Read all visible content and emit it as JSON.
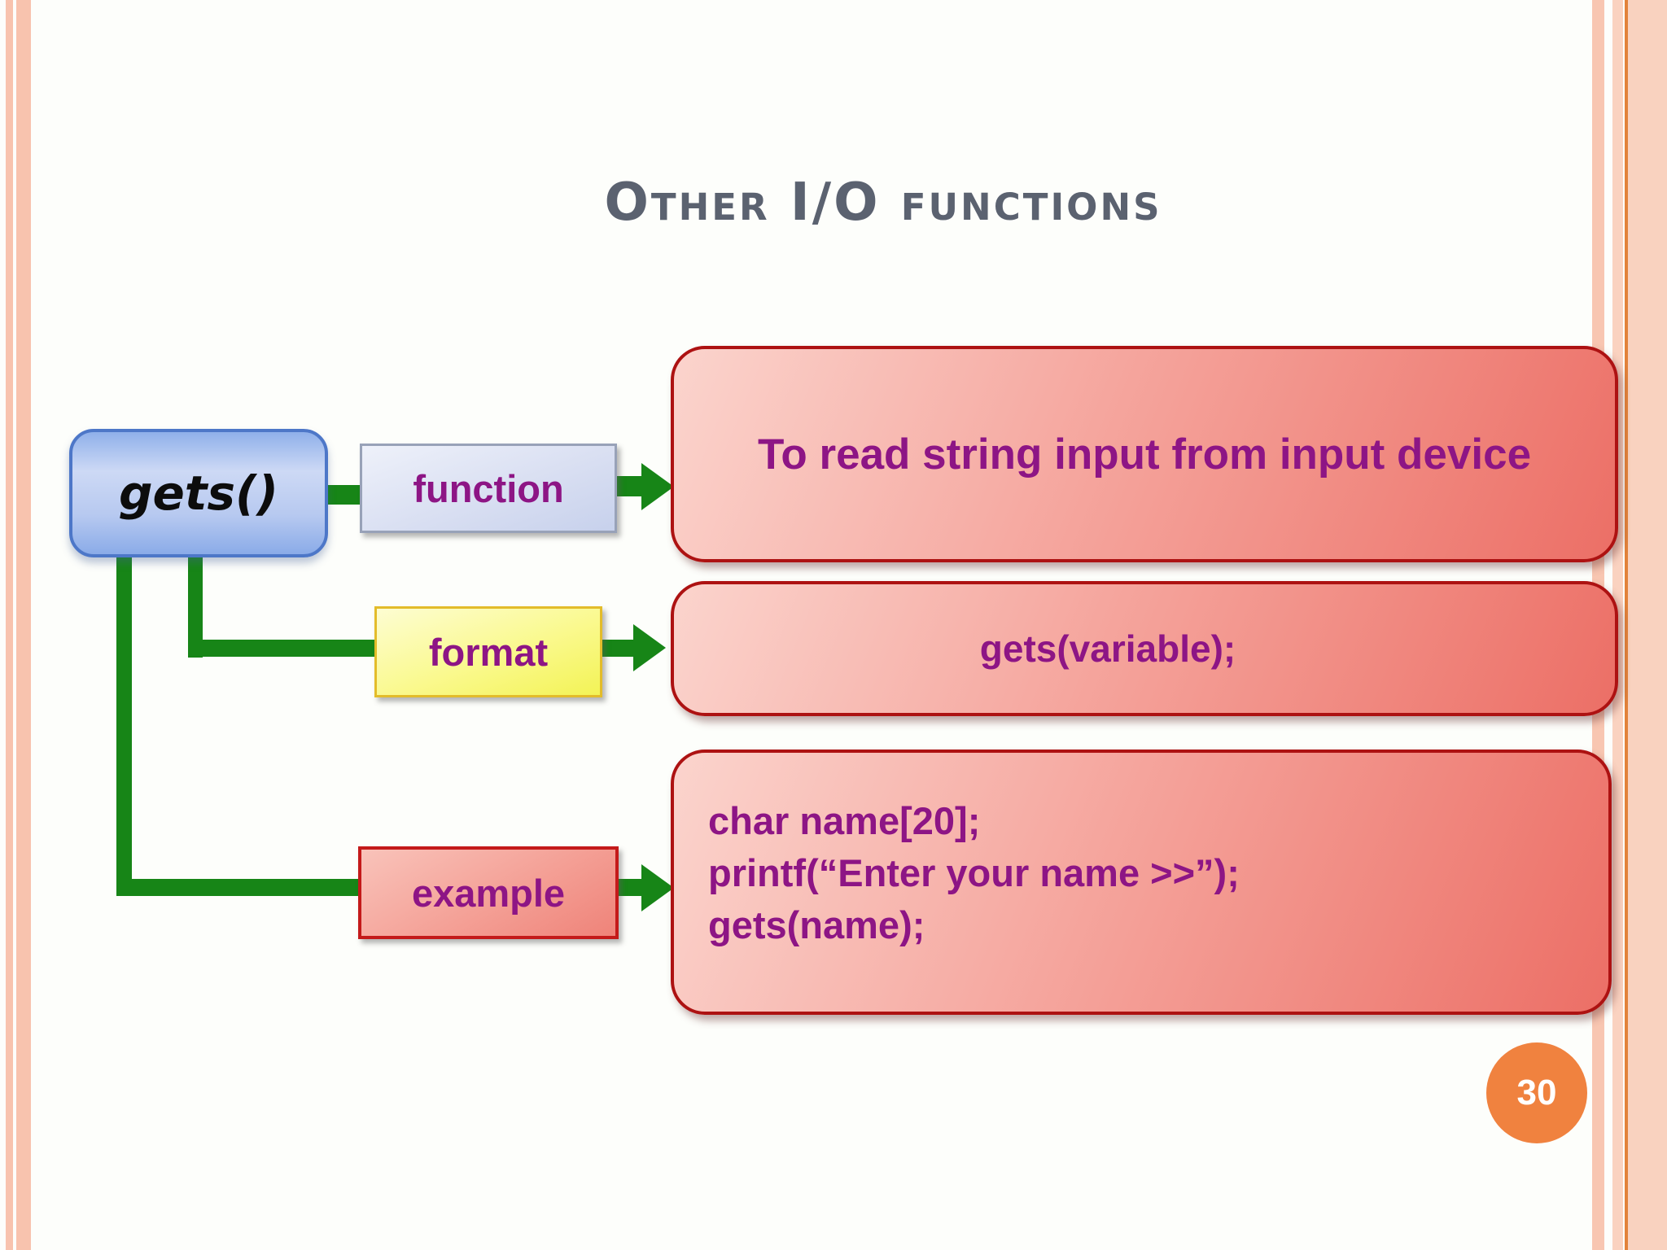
{
  "slide": {
    "title": "Other I/O functions",
    "page_number": "30",
    "root": {
      "label": "gets()"
    },
    "rows": [
      {
        "id": "function",
        "label": "function",
        "content": "To read string input from input device"
      },
      {
        "id": "format",
        "label": "format",
        "content": "gets(variable);"
      },
      {
        "id": "example",
        "label": "example",
        "lines": [
          "char name[20];",
          "printf(“Enter your name >>”);",
          "gets(name);"
        ]
      }
    ],
    "colors": {
      "title_text": "#5b6270",
      "connector_green": "#178517",
      "diagram_text_purple": "#8d1585",
      "root_box_blue": "#a9c2ef",
      "root_box_border": "#4d77c8",
      "function_box_fill": "#d9dff2",
      "format_box_fill": "#f9f98a",
      "format_box_border": "#e3bc2a",
      "example_box_fill": "#f4a096",
      "content_box_fill": "#f3958b",
      "content_box_border": "#ad1212",
      "side_border_peach": "#f8c3ae",
      "side_border_accent": "#e2823a",
      "page_badge_orange": "#f0823f",
      "background": "#fdfefb"
    }
  }
}
